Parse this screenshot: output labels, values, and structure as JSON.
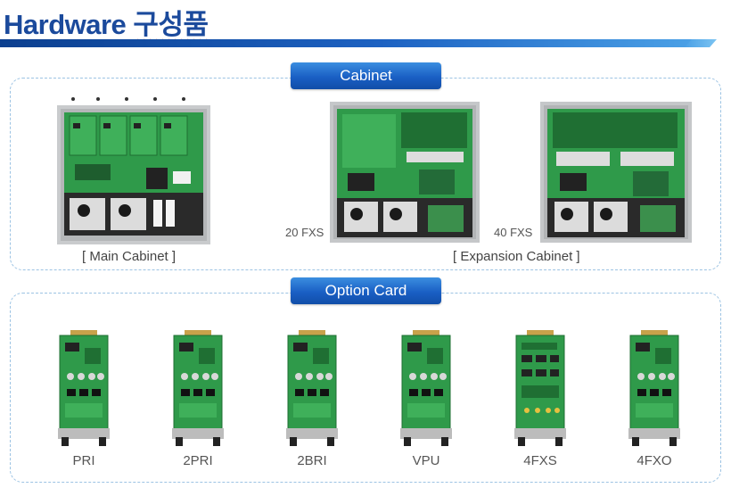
{
  "header": {
    "title_main": "Hardware",
    "title_sub": "구성품"
  },
  "sections": {
    "cabinet_label": "Cabinet",
    "option_label": "Option Card"
  },
  "cabinet": {
    "main_caption": "[ Main Cabinet ]",
    "expansion_caption": "[ Expansion Cabinet ]",
    "expansion_20_label": "20 FXS",
    "expansion_40_label": "40 FXS"
  },
  "option_cards": [
    {
      "label": "PRI"
    },
    {
      "label": "2PRI"
    },
    {
      "label": "2BRI"
    },
    {
      "label": "VPU"
    },
    {
      "label": "4FXS"
    },
    {
      "label": "4FXO"
    }
  ],
  "colors": {
    "brand_blue": "#1b4a9c",
    "pill_blue": "#1a5fc4",
    "board_green": "#2f9a4a",
    "panel_border": "#9cc3e3"
  }
}
